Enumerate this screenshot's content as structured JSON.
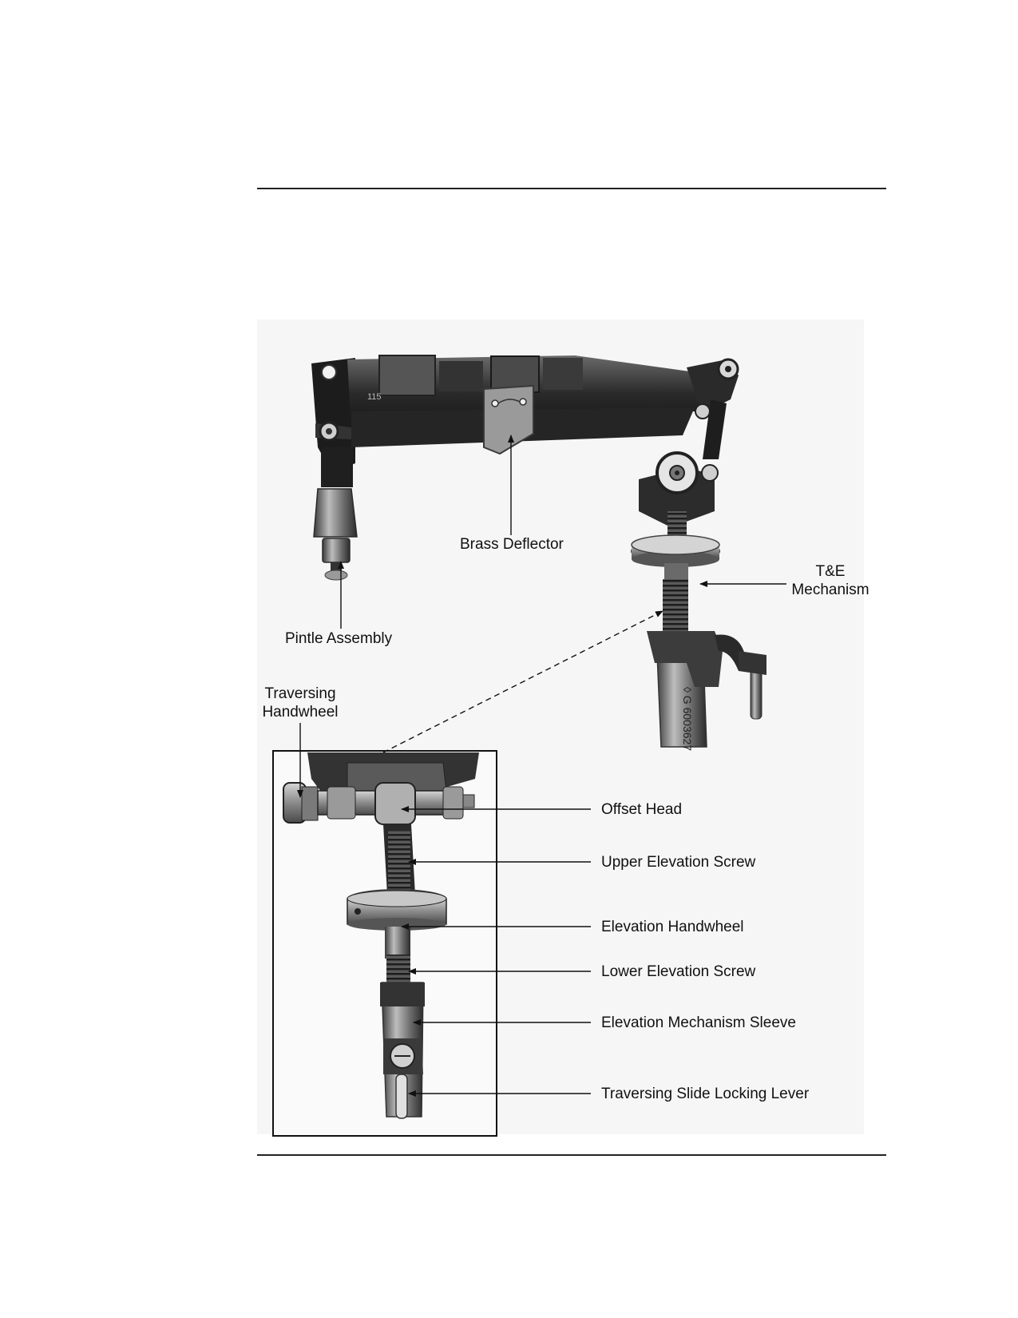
{
  "figure": {
    "callouts": {
      "brass_deflector": "Brass Deflector",
      "te_mechanism_line1": "T&E",
      "te_mechanism_line2": "Mechanism",
      "pintle_assembly": "Pintle Assembly",
      "traversing_handwheel_line1": "Traversing",
      "traversing_handwheel_line2": "Handwheel",
      "offset_head": "Offset Head",
      "upper_elevation_screw": "Upper Elevation Screw",
      "elevation_handwheel": "Elevation Handwheel",
      "lower_elevation_screw": "Lower Elevation Screw",
      "elevation_mechanism_sleeve": "Elevation Mechanism Sleeve",
      "traversing_slide_locking_lever": "Traversing Slide Locking Lever"
    },
    "engraved_marks": {
      "cradle_number": "115"
    }
  }
}
